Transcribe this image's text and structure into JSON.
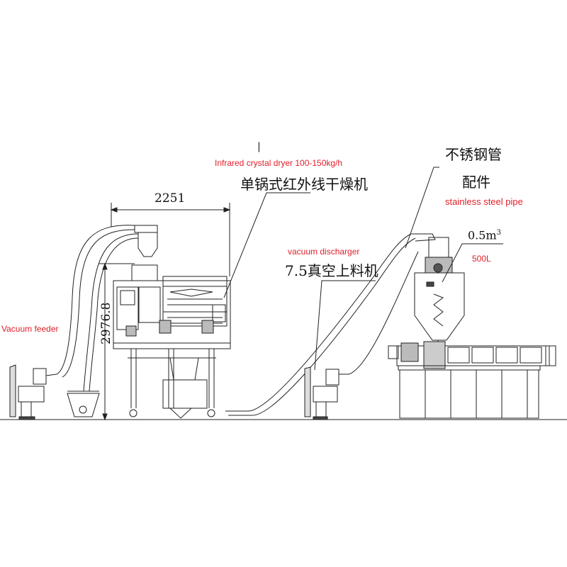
{
  "labels": {
    "marker": "|",
    "vacuum_feeder_en": "Vacuum feeder",
    "dryer_en": "Infrared crystal dryer 100-150kg/h",
    "dryer_cn": "单锅式红外线干燥机",
    "dryer_width_dim": "2251",
    "dryer_height_dim": "2976.8",
    "discharger_en": "vacuum  discharger",
    "discharger_cn": "7.5真空上料机",
    "pipe_cn_line1": "不锈钢管",
    "pipe_cn_line2": "配件",
    "pipe_en": "stainless steel pipe",
    "hopper_volume": "0.5m",
    "hopper_volume_exp": "3",
    "hopper_capacity": "500L"
  },
  "colors": {
    "line": "#222222",
    "annotation_red": "#e0202a",
    "background": "#ffffff"
  }
}
